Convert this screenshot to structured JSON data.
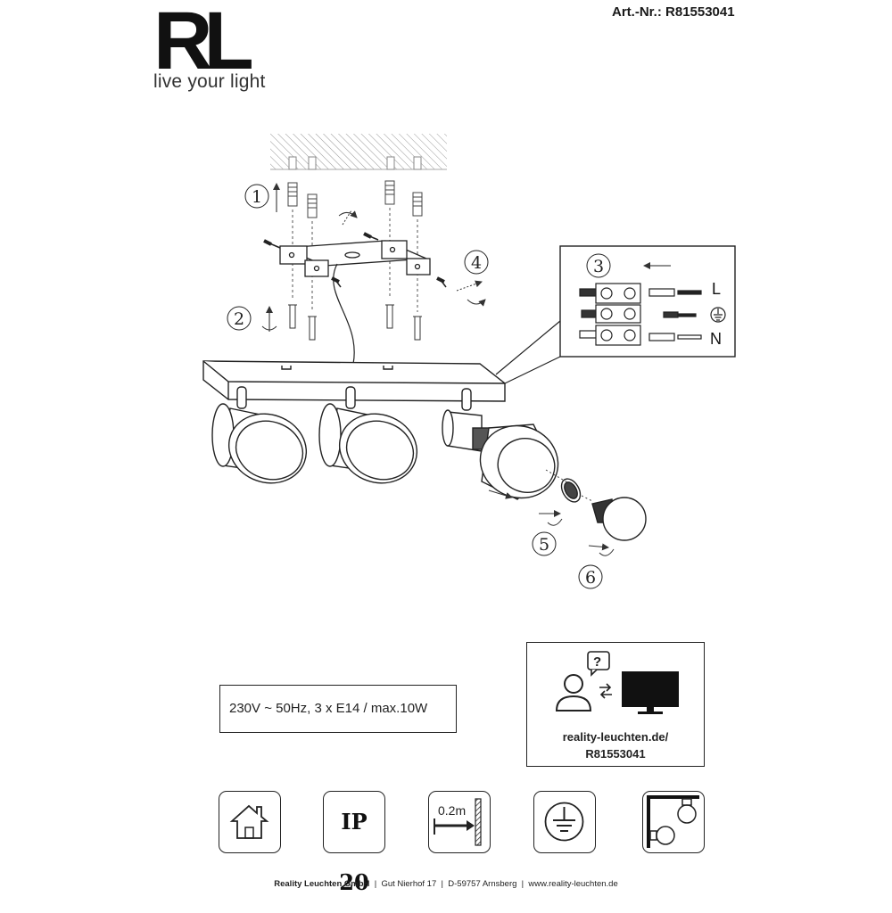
{
  "brand": {
    "logo_text": "RL",
    "tagline": "live your light"
  },
  "article": {
    "label": "Art.-Nr.:",
    "number": "R81553041"
  },
  "diagram": {
    "steps": [
      "1",
      "2",
      "3",
      "4",
      "5",
      "6"
    ],
    "wire_labels": {
      "live": "L",
      "neutral": "N",
      "earth": "earth-symbol"
    }
  },
  "specs": {
    "text": "230V ~ 50Hz, 3 x E14 / max.10W"
  },
  "website_box": {
    "line1": "reality-leuchten.de/",
    "line2": "R81553041",
    "question_mark": "?"
  },
  "symbols": {
    "ip_rating": "IP 20",
    "min_distance": "0.2m",
    "items": [
      "indoor-use-icon",
      "ip20-icon",
      "min-distance-icon",
      "protective-earth-icon",
      "ceiling-wall-mount-icon"
    ]
  },
  "footer": {
    "company": "Reality Leuchten GmbH",
    "address": "Gut Nierhof 17",
    "city": "D-59757 Arnsberg",
    "website": "www.reality-leuchten.de",
    "separator": "|"
  },
  "colors": {
    "ink": "#1a1a1a",
    "background": "#ffffff"
  }
}
